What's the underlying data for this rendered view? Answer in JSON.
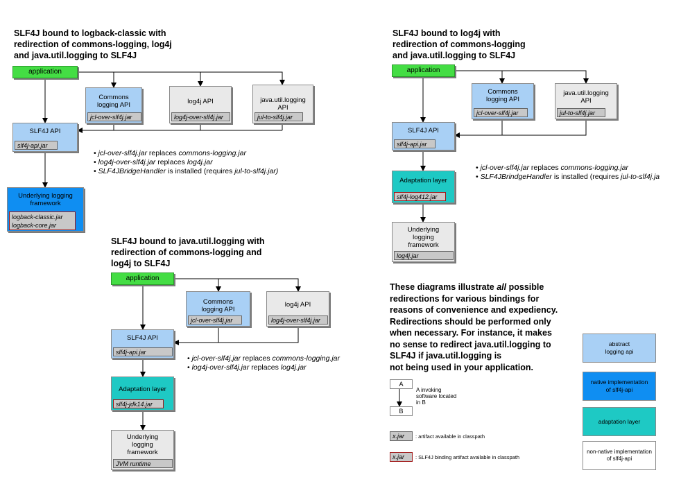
{
  "diagram1": {
    "title": "SLF4J bound to logback-classic with\nredirection of commons-logging, log4j\nand java.util.logging to SLF4J",
    "application": "application",
    "commons": {
      "label": "Commons\nlogging API",
      "jar": "jcl-over-slf4j.jar"
    },
    "log4j": {
      "label": "log4j API",
      "jar": "log4j-over-slf4j.jar"
    },
    "jul": {
      "label": "java.util.logging\nAPI",
      "jar": "jul-to-slf4j.jar"
    },
    "slf4j": {
      "label": "SLF4J API",
      "jar": "slf4j-api.jar"
    },
    "underlying": {
      "label": "Underlying logging\nframework",
      "jar1": "logback-classic.jar",
      "jar2": "logback-core.jar"
    },
    "bullets": [
      {
        "jar": "jcl-over-slf4j.jar",
        "mid": " replaces ",
        "target": "commons-logging.jar"
      },
      {
        "jar": "log4j-over-slf4j.jar",
        "mid": " replaces ",
        "target": "log4j.jar"
      },
      {
        "jar": "SLF4JBridgeHandler",
        "mid": " is installed (requires ",
        "target": "jul-to-slf4j.jar)"
      }
    ]
  },
  "diagram2": {
    "title": "SLF4J bound to java.util.logging with\nredirection of commons-logging and\nlog4j to SLF4J",
    "application": "application",
    "commons": {
      "label": "Commons\nlogging API",
      "jar": "jcl-over-slf4j.jar"
    },
    "log4j": {
      "label": "log4j API",
      "jar": "log4j-over-slf4j.jar"
    },
    "slf4j": {
      "label": "SLF4J API",
      "jar": "slf4j-api.jar"
    },
    "adaptation": {
      "label": "Adaptation layer",
      "jar": "slf4j-jdk14.jar"
    },
    "underlying": {
      "label": "Underlying\nlogging\nframework",
      "jar": "JVM runtime"
    },
    "bullets": [
      {
        "jar": "jcl-over-slf4j.jar",
        "mid": " replaces ",
        "target": "commons-logging.jar"
      },
      {
        "jar": "log4j-over-slf4j.jar",
        "mid": " replaces ",
        "target": "log4j.jar"
      }
    ]
  },
  "diagram3": {
    "title": "SLF4J bound to log4j with\nredirection of commons-logging\nand java.util.logging to SLF4J",
    "application": "application",
    "commons": {
      "label": "Commons\nlogging API",
      "jar": "jcl-over-slf4j.jar"
    },
    "jul": {
      "label": "java.util.logging\nAPI",
      "jar": "jul-to-slf4j.jar"
    },
    "slf4j": {
      "label": "SLF4J API",
      "jar": "slf4j-api.jar"
    },
    "adaptation": {
      "label": "Adaptation layer",
      "jar": "slf4j-log412.jar"
    },
    "underlying": {
      "label": "Underlying\nlogging\nframework",
      "jar": "log4j.jar"
    },
    "bullets": [
      {
        "jar": "jcl-over-slf4j.jar",
        "mid": " replaces ",
        "target": "commons-logging.jar"
      },
      {
        "jar": "SLF4JBrindgeHandler",
        "mid": " is installed (requires ",
        "target": "jul-to-slf4j.ja"
      }
    ]
  },
  "note": {
    "before": "These diagrams illustrate ",
    "emph": "all",
    "after": " possible\nredirections for various bindings for\nreasons of convenience and expediency.\nRedirections should be performed only\nwhen necessary. For instance, it makes\nno sense to redirect java.util.logging to\nSLF4J if java.util.logging is\nnot being used in your application."
  },
  "legend": {
    "box_a": "A",
    "box_b": "B",
    "invoke_text": "A invoking\nsoftware located\nin B",
    "jar_plain": "x.jar",
    "jar_plain_text": ": artifact available in classpath",
    "jar_red": "x.jar",
    "jar_red_text": ": SLF4J binding artifact available in classpath",
    "abstract": "abstract\nlogging api",
    "native": "native implementation\nof slf4j-api",
    "adaptation": "adaptation layer",
    "non_native": "non-native implementation\nof slf4j-api"
  },
  "colors": {
    "application": "#44dd44",
    "abstract_api": "#a9d0f5",
    "native_impl": "#0f8ef2",
    "adaptation": "#1ec9c4",
    "non_native": "#e9e9e9",
    "binding_border": "#a01818"
  }
}
